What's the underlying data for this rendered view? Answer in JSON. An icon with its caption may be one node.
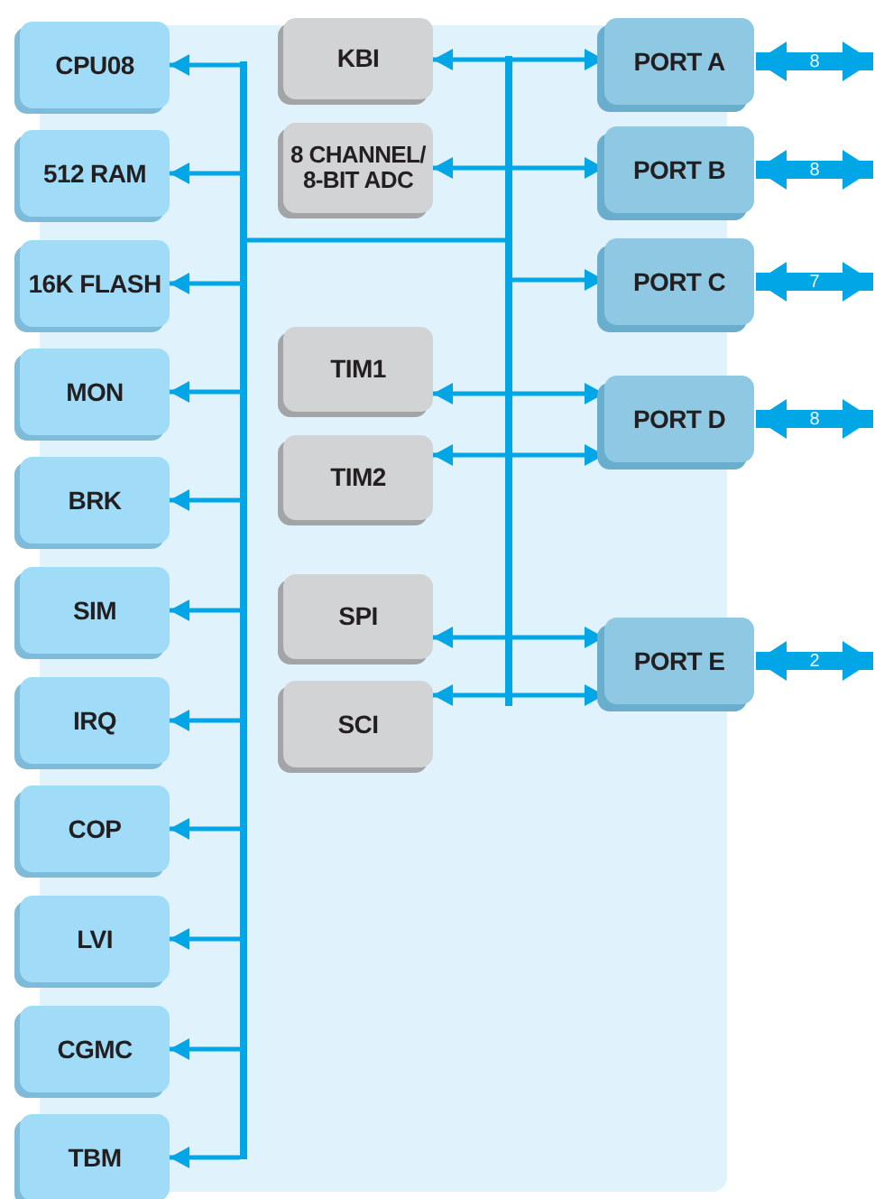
{
  "diagram": {
    "nodes": [
      {
        "text": [
          "CPU08"
        ]
      },
      {
        "text": [
          "512 RAM"
        ]
      },
      {
        "text": [
          "16K FLASH"
        ]
      },
      {
        "text": [
          "MON"
        ]
      },
      {
        "text": [
          "BRK"
        ]
      },
      {
        "text": [
          "SIM"
        ]
      },
      {
        "text": [
          "IRQ"
        ]
      },
      {
        "text": [
          "COP"
        ]
      },
      {
        "text": [
          "LVI"
        ]
      },
      {
        "text": [
          "CGMC"
        ]
      },
      {
        "text": [
          "TBM"
        ]
      },
      {
        "text": [
          "KBI"
        ]
      },
      {
        "text": [
          "8 CHANNEL/ 8-BIT ADC"
        ]
      },
      {
        "text": [
          "TIM1"
        ]
      },
      {
        "text": [
          "TIM2"
        ]
      },
      {
        "text": [
          "SPI"
        ]
      },
      {
        "text": [
          "SCI"
        ]
      },
      {
        "text": [
          "PORT A"
        ]
      },
      {
        "text": [
          "PORT B"
        ]
      },
      {
        "text": [
          "PORT C"
        ]
      },
      {
        "text": [
          "PORT D"
        ]
      },
      {
        "text": [
          "PORT E"
        ]
      },
      {
        "text": [],
        "shape": "bar"
      },
      {
        "text": [],
        "shape": "bar"
      }
    ],
    "edges": [
      {
        "from": 22,
        "to": 0,
        "arrow": "to"
      },
      {
        "from": 22,
        "to": 1,
        "arrow": "to"
      },
      {
        "from": 22,
        "to": 2,
        "arrow": "to"
      },
      {
        "from": 22,
        "to": 3,
        "arrow": "to"
      },
      {
        "from": 22,
        "to": 4,
        "arrow": "to"
      },
      {
        "from": 22,
        "to": 5,
        "arrow": "to"
      },
      {
        "from": 22,
        "to": 6,
        "arrow": "to"
      },
      {
        "from": 22,
        "to": 7,
        "arrow": "to"
      },
      {
        "from": 22,
        "to": 8,
        "arrow": "to"
      },
      {
        "from": 22,
        "to": 9,
        "arrow": "to"
      },
      {
        "from": 22,
        "to": 10,
        "arrow": "to"
      },
      {
        "from": 22,
        "to": 23,
        "arrow": "none"
      },
      {
        "from": 23,
        "to": 11,
        "arrow": "to"
      },
      {
        "from": 23,
        "to": 17,
        "arrow": "to"
      },
      {
        "from": 23,
        "to": 12,
        "arrow": "to"
      },
      {
        "from": 23,
        "to": 18,
        "arrow": "to"
      },
      {
        "from": 23,
        "to": 19,
        "arrow": "to"
      },
      {
        "from": 23,
        "to": 13,
        "arrow": "to"
      },
      {
        "from": 23,
        "to": 20,
        "arrow": "to"
      },
      {
        "from": 23,
        "to": 14,
        "arrow": "to"
      },
      {
        "from": 23,
        "to": 20,
        "arrow": "to"
      },
      {
        "from": 23,
        "to": 15,
        "arrow": "to"
      },
      {
        "from": 23,
        "to": 21,
        "arrow": "to"
      },
      {
        "from": 23,
        "to": 16,
        "arrow": "to"
      },
      {
        "from": 23,
        "to": 21,
        "arrow": "to"
      },
      {
        "from": 17,
        "to": null,
        "arrow": "both",
        "label": "8",
        "style": "thick"
      },
      {
        "from": 18,
        "to": null,
        "arrow": "both",
        "label": "8",
        "style": "thick"
      },
      {
        "from": 19,
        "to": null,
        "arrow": "both",
        "label": "7",
        "style": "thick"
      },
      {
        "from": 20,
        "to": null,
        "arrow": "both",
        "label": "8",
        "style": "thick"
      },
      {
        "from": 21,
        "to": null,
        "arrow": "both",
        "label": "2",
        "style": "thick"
      }
    ]
  }
}
